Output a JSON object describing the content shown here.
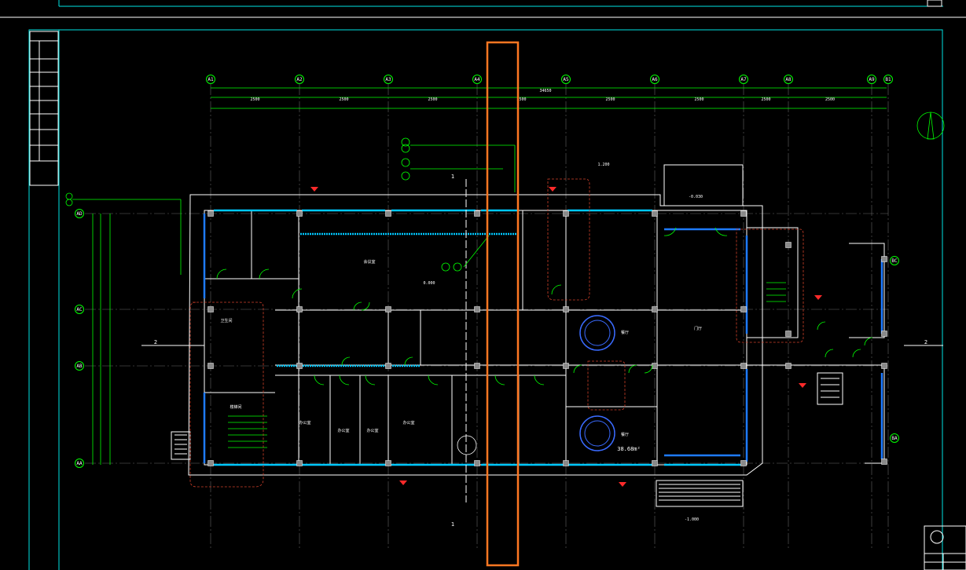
{
  "grid_top": [
    "A1",
    "A2",
    "A3",
    "A4",
    "A5",
    "A6",
    "A7",
    "A8",
    "A9",
    "B1"
  ],
  "grid_left": [
    "AD",
    "AC",
    "AB",
    "AA"
  ],
  "grid_right": [
    "BC",
    "BA"
  ],
  "top_dims": [
    "2500",
    "2500",
    "2500",
    "2500",
    "2500",
    "2500",
    "2500",
    "2500"
  ],
  "top_total": "34650",
  "section_mark": "2",
  "elevation_top": "1.200",
  "elevation_main": "0.000",
  "elevation_neg": "-0.030",
  "elevation_low": "-1.000",
  "area_label": "38.68m²",
  "cut_labels": [
    "1",
    "1"
  ],
  "room_labels": [
    "卫生间",
    "会议室",
    "办公室",
    "办公室",
    "办公室",
    "办公室",
    "楼梯间",
    "餐厅",
    "餐厅",
    "门厅"
  ],
  "highlight_color": "#ff7722"
}
